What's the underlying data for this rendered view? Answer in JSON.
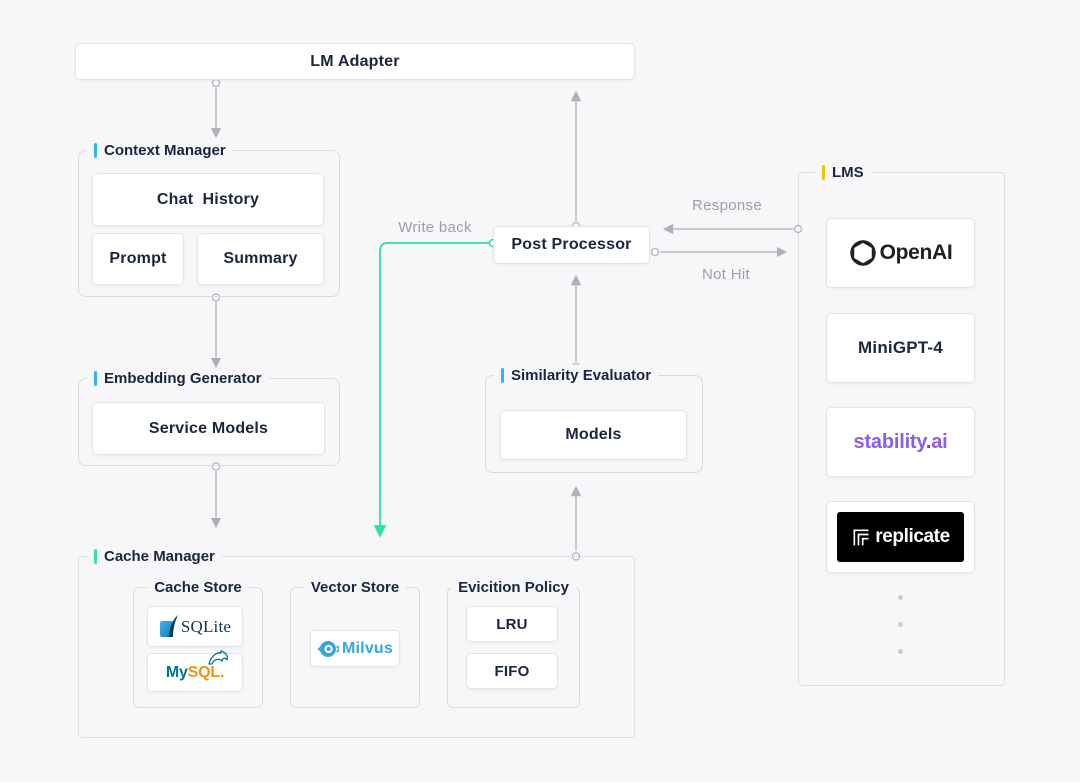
{
  "colors": {
    "background": "#f7f7f9",
    "node_text": "#1b2540",
    "edge_line": "#b7bac1",
    "edge_label_gray": "#9aa0ab",
    "accent_blue": "#2fb5f5",
    "accent_green": "#2ee6a4",
    "accent_yellow": "#f2c200",
    "write_back_green": "#2be2a4",
    "milvus_blue": "#33a7e0",
    "stability_purple": "#8a5cf0",
    "stability_dot_red": "#dd2b1c",
    "mysql_blue": "#00758f",
    "mysql_orange": "#f29111",
    "sqlite_navy": "#12344f",
    "replicate_bg": "#000000"
  },
  "nodes": {
    "lm_adapter": "LM Adapter",
    "post_processor": "Post Processor"
  },
  "groups": {
    "context_manager": {
      "title": "Context Manager",
      "chat_history": "Chat  History",
      "prompt": "Prompt",
      "summary": "Summary"
    },
    "embedding_generator": {
      "title": "Embedding Generator",
      "service_models": "Service Models"
    },
    "similarity_evaluator": {
      "title": "Similarity Evaluator",
      "models": "Models"
    },
    "cache_manager": {
      "title": "Cache Manager",
      "cache_store": {
        "title": "Cache Store",
        "sqlite": "SQLite",
        "mysql_part1": "My",
        "mysql_part2": "SQL",
        "mysql_dot": "."
      },
      "vector_store": {
        "title": "Vector Store",
        "milvus": "Milvus"
      },
      "eviction_policy": {
        "title": "Evicition Policy",
        "lru": "LRU",
        "fifo": "FIFO"
      }
    },
    "lms": {
      "title": "LMS",
      "openai": "OpenAI",
      "minigpt4": "MiniGPT-4",
      "stability_part1": "stability",
      "stability_dot": ".",
      "stability_part2": "ai",
      "replicate": "replicate"
    }
  },
  "edges": {
    "write_back": "Write back",
    "response": "Response",
    "not_hit": "Not Hit"
  }
}
